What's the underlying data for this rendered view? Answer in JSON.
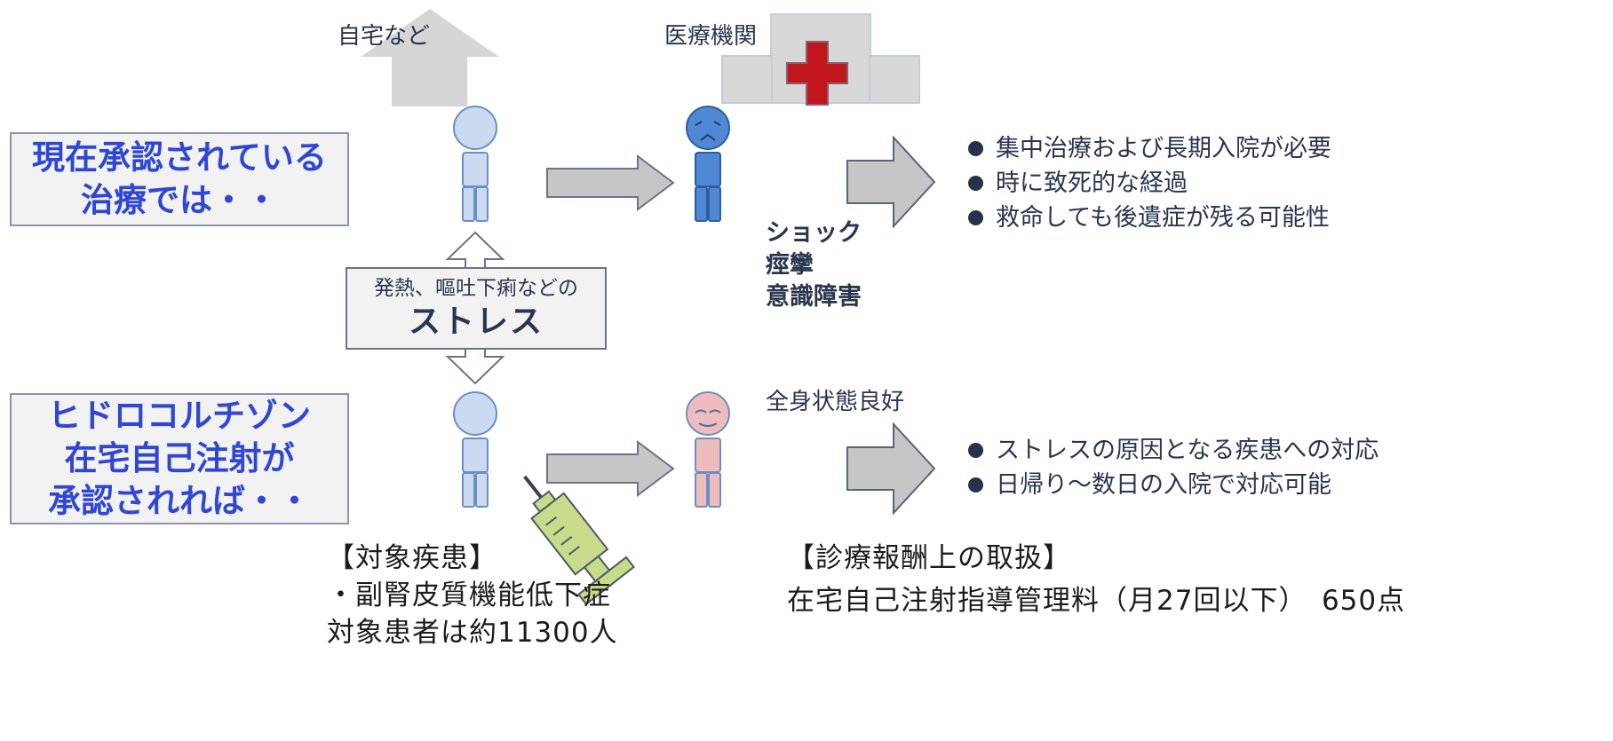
{
  "labels": {
    "home": "自宅など",
    "hospital": "医療機関",
    "good_condition": "全身状態良好"
  },
  "current_box": {
    "line1": "現在承認されている",
    "line2": "治療では・・"
  },
  "new_box": {
    "line1": "ヒドロコルチゾン",
    "line2": "在宅自己注射が",
    "line3": "承認されれば・・"
  },
  "stress_box": {
    "line1": "発熱、嘔吐下痢などの",
    "line2": "ストレス"
  },
  "symptoms": [
    "ショック",
    "痙攣",
    "意識障害"
  ],
  "outcomes_current": [
    "集中治療および長期入院が必要",
    "時に致死的な経過",
    "救命しても後遺症が残る可能性"
  ],
  "outcomes_new": [
    "ストレスの原因となる疾患への対応",
    "日帰り～数日の入院で対応可能"
  ],
  "target_disease": {
    "heading": "【対象疾患】",
    "item": "・副腎皮質機能低下症",
    "patients": "対象患者は約11300人"
  },
  "reimbursement": {
    "heading": "【診療報酬上の取扱】",
    "detail": "在宅自己注射指導管理料（月27回以下）　650点"
  },
  "colors": {
    "title_blue": "#2f46d6",
    "person_light": "#c9daf1",
    "person_sick": "#4f88d4",
    "person_well": "#eebcbc",
    "arrow_gray": "#c6c6c6",
    "cross_red": "#c0161c",
    "syringe_green": "#c8db8a"
  }
}
